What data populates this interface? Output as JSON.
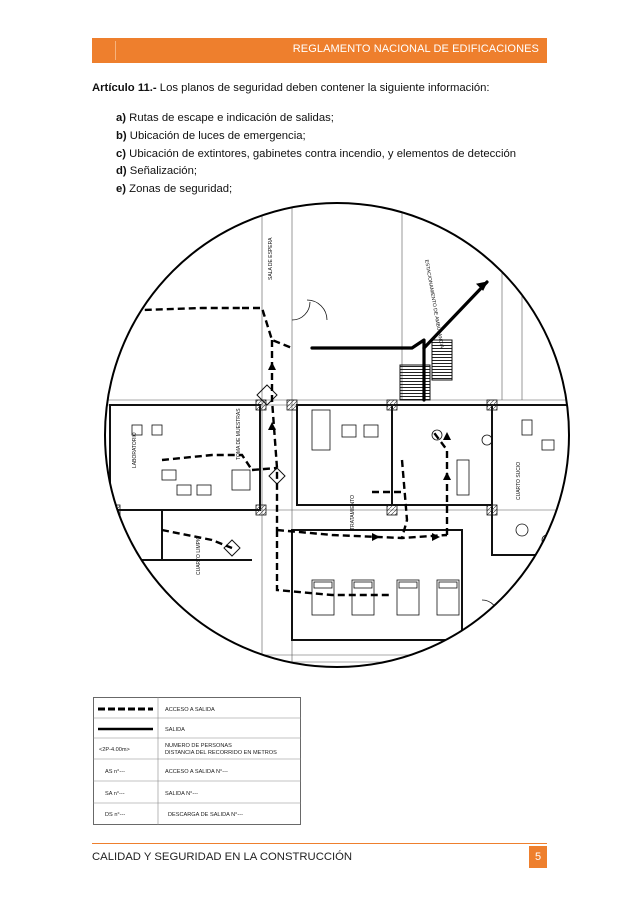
{
  "header": {
    "title": "REGLAMENTO NACIONAL DE EDIFICACIONES"
  },
  "article": {
    "label": "Artículo 11.-",
    "text": " Los planos de seguridad deben contener la siguiente información:",
    "items": [
      {
        "key": "a)",
        "text": " Rutas de escape e indicación de salidas;"
      },
      {
        "key": "b)",
        "text": " Ubicación de luces de emergencia;"
      },
      {
        "key": "c)",
        "text": " Ubicación de extintores, gabinetes contra incendio, y elementos de detección"
      },
      {
        "key": "d)",
        "text": " Señalización;"
      },
      {
        "key": "e)",
        "text": " Zonas de seguridad;"
      }
    ]
  },
  "plan": {
    "labels": {
      "laboratorio": "LABORATORIO",
      "toma_muestras": "TOMA DE MUESTRAS",
      "cuarto_limpio": "CUARTO LIMPIO",
      "cuarto_sucio": "CUARTO SUCIO",
      "estacionamiento": "ESTACIONAMIENTO DE AMBULANCIA",
      "tratamiento": "TRATAMIENTO",
      "sala_espera": "SALA DE ESPERA"
    }
  },
  "legend": {
    "rows": [
      {
        "symbol": "",
        "text": "ACCESO A SALIDA"
      },
      {
        "symbol": "",
        "text": "SALIDA"
      },
      {
        "symbol": "<2P-4.00m>",
        "text": "NUMERO DE PERSONAS",
        "text2": "DISTANCIA  DEL RECORRIDO EN METROS"
      },
      {
        "symbol": "AS n°---",
        "text": "ACCESO A SALIDA N°---"
      },
      {
        "symbol": "SA n°---",
        "text": "SALIDA N°---"
      },
      {
        "symbol": "DS n°---",
        "text": "DESCARGA DE SALIDA N°---"
      }
    ]
  },
  "footer": {
    "title": "CALIDAD Y SEGURIDAD EN LA CONSTRUCCIÓN",
    "page": "5"
  },
  "colors": {
    "accent": "#ee7f2d"
  }
}
